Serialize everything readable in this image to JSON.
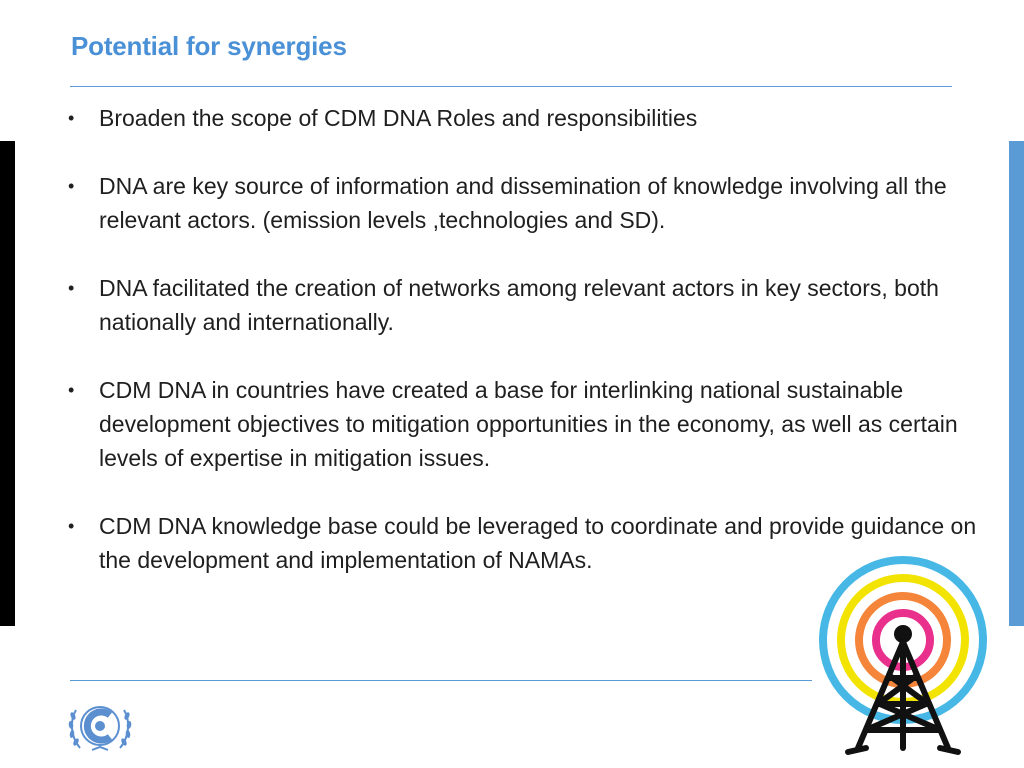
{
  "slide": {
    "title": "Potential for synergies",
    "bullet_symbol": "•",
    "bullets": [
      {
        "text": "Broaden the scope of CDM DNA Roles and responsibilities"
      },
      {
        "text": "DNA are key source of information and dissemination of knowledge involving all the relevant actors. (emission levels ,technologies and SD)."
      },
      {
        "text": "DNA facilitated the creation of networks among relevant actors in key sectors, both nationally and internationally."
      },
      {
        "text": "CDM DNA in countries have created a base for interlinking national sustainable development objectives to mitigation opportunities in the economy, as well as certain levels of expertise in mitigation issues."
      },
      {
        "text": "CDM DNA knowledge base could be leveraged to coordinate and provide guidance on the development and implementation of NAMAs."
      }
    ]
  },
  "colors": {
    "title": "#4a90d6",
    "rule": "#5b9bd5",
    "left_bar": "#000000",
    "right_bar": "#5b9bd5",
    "logo": "#5b8fd0",
    "ring_outer": "#47b8e6",
    "ring_2": "#f2e400",
    "ring_3": "#f4853a",
    "ring_inner": "#e8308c"
  },
  "icons": {
    "logo": "unfccc-logo-icon",
    "tower": "radio-tower-icon"
  }
}
